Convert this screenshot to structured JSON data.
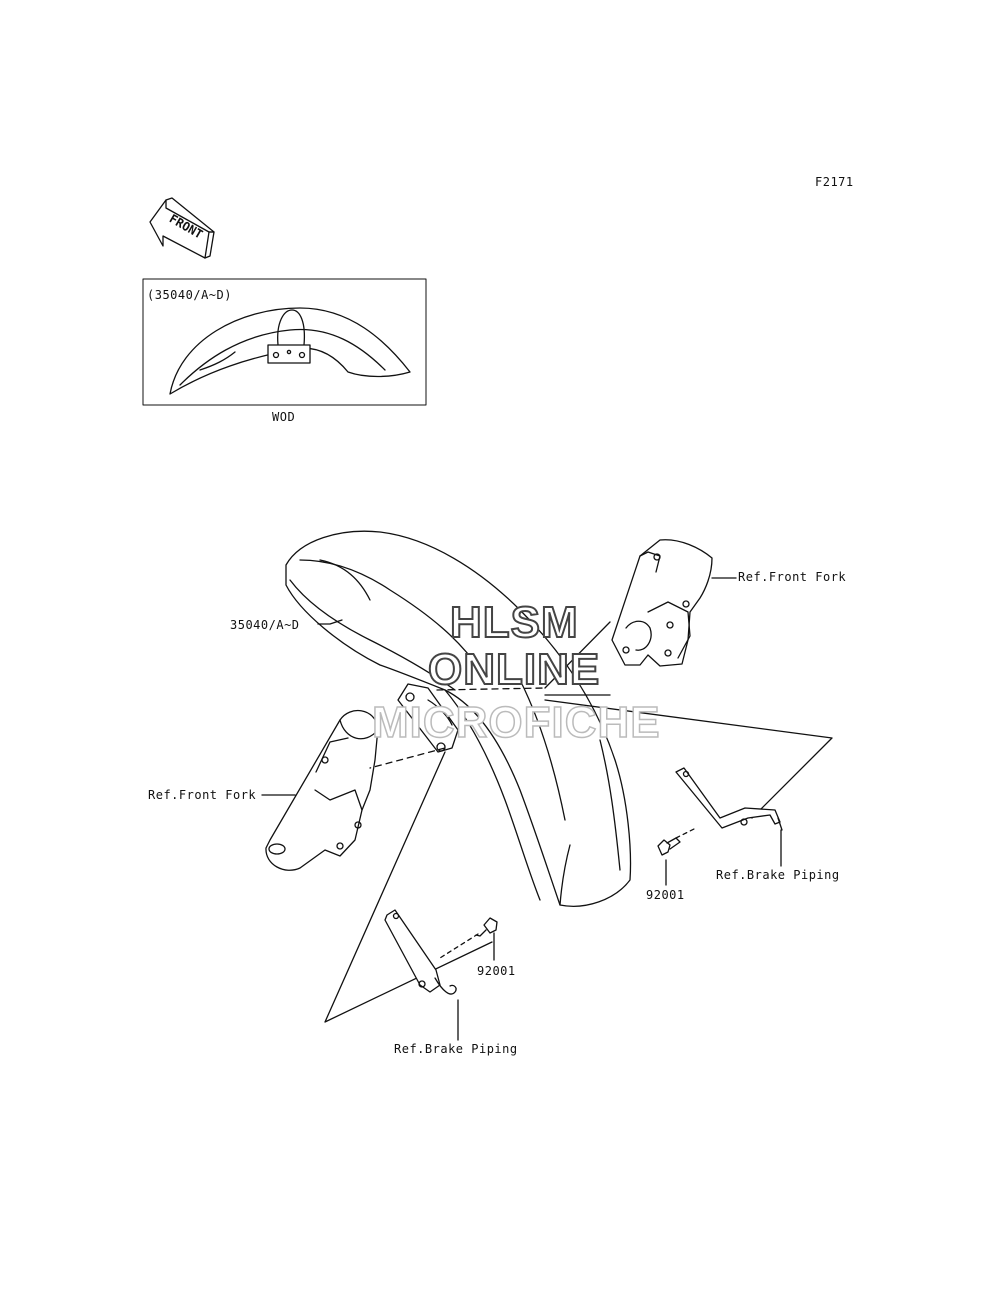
{
  "figure_code": "F2171",
  "front_arrow_text": "FRONT",
  "inset": {
    "part_label": "(35040/A~D)",
    "caption": "WOD"
  },
  "callouts": {
    "fender": "35040/A~D",
    "fork_right": "Ref.Front Fork",
    "fork_left": "Ref.Front Fork",
    "bolt_right": "92001",
    "bolt_left": "92001",
    "brake_right": "Ref.Brake Piping",
    "brake_left": "Ref.Brake Piping"
  },
  "watermark": {
    "line1": "HLSM",
    "line2": "ONLINE",
    "line3": "MICROFICHE"
  }
}
